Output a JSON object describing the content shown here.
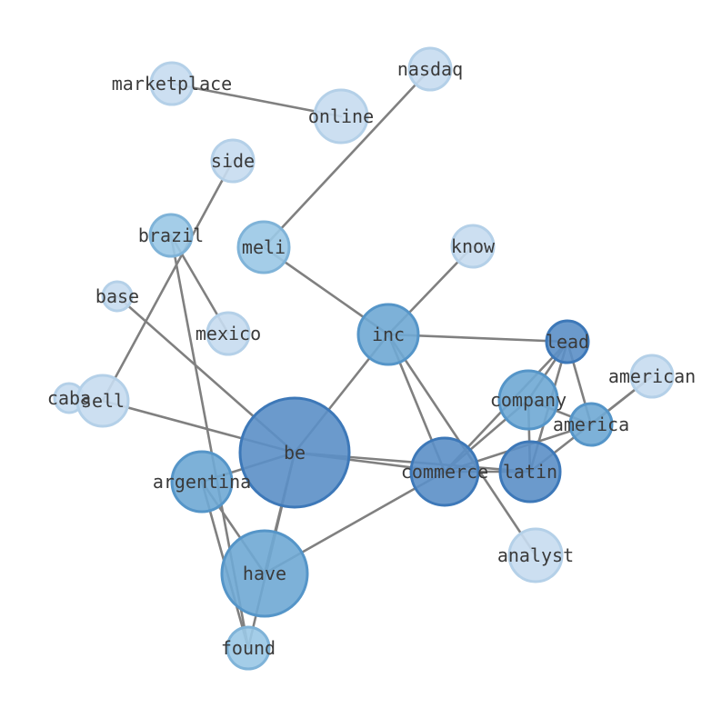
{
  "palette": {
    "light": "#c6dcef",
    "light_stroke": "#b4d0e8",
    "mid": "#9ac8e6",
    "mid_stroke": "#7fb3d8",
    "medium": "#6fa8d4",
    "medium_stroke": "#5595c8",
    "dark": "#5b8fc7",
    "dark_stroke": "#3d78b8"
  },
  "nodes": [
    {
      "id": "marketplace",
      "label": "marketplace",
      "tone": "light"
    },
    {
      "id": "online",
      "label": "online",
      "tone": "light"
    },
    {
      "id": "nasdaq",
      "label": "nasdaq",
      "tone": "light"
    },
    {
      "id": "side",
      "label": "side",
      "tone": "light"
    },
    {
      "id": "brazil",
      "label": "brazil",
      "tone": "mid"
    },
    {
      "id": "meli",
      "label": "meli",
      "tone": "mid"
    },
    {
      "id": "know",
      "label": "know",
      "tone": "light"
    },
    {
      "id": "base",
      "label": "base",
      "tone": "light"
    },
    {
      "id": "mexico",
      "label": "mexico",
      "tone": "light"
    },
    {
      "id": "inc",
      "label": "inc",
      "tone": "medium"
    },
    {
      "id": "lead",
      "label": "lead",
      "tone": "dark"
    },
    {
      "id": "american",
      "label": "american",
      "tone": "light"
    },
    {
      "id": "caba",
      "label": "caba",
      "tone": "light"
    },
    {
      "id": "sell",
      "label": "sell",
      "tone": "light"
    },
    {
      "id": "company",
      "label": "company",
      "tone": "medium"
    },
    {
      "id": "america",
      "label": "america",
      "tone": "medium"
    },
    {
      "id": "be",
      "label": "be",
      "tone": "dark"
    },
    {
      "id": "argentina",
      "label": "argentina",
      "tone": "medium"
    },
    {
      "id": "commerce",
      "label": "commerce",
      "tone": "dark"
    },
    {
      "id": "latin",
      "label": "latin",
      "tone": "dark"
    },
    {
      "id": "analyst",
      "label": "analyst",
      "tone": "light"
    },
    {
      "id": "have",
      "label": "have",
      "tone": "medium"
    },
    {
      "id": "found",
      "label": "found",
      "tone": "mid"
    }
  ],
  "edges": [
    [
      "marketplace",
      "online"
    ],
    [
      "nasdaq",
      "meli"
    ],
    [
      "side",
      "sell"
    ],
    [
      "brazil",
      "mexico"
    ],
    [
      "brazil",
      "found"
    ],
    [
      "meli",
      "inc"
    ],
    [
      "know",
      "inc"
    ],
    [
      "base",
      "be"
    ],
    [
      "inc",
      "be"
    ],
    [
      "inc",
      "lead"
    ],
    [
      "inc",
      "commerce"
    ],
    [
      "inc",
      "analyst"
    ],
    [
      "sell",
      "be"
    ],
    [
      "be",
      "argentina"
    ],
    [
      "be",
      "commerce"
    ],
    [
      "be",
      "latin"
    ],
    [
      "be",
      "have"
    ],
    [
      "be",
      "found"
    ],
    [
      "argentina",
      "have"
    ],
    [
      "argentina",
      "found"
    ],
    [
      "commerce",
      "have"
    ],
    [
      "commerce",
      "lead"
    ],
    [
      "commerce",
      "company"
    ],
    [
      "commerce",
      "america"
    ],
    [
      "commerce",
      "latin"
    ],
    [
      "lead",
      "company"
    ],
    [
      "lead",
      "latin"
    ],
    [
      "lead",
      "america"
    ],
    [
      "latin",
      "american"
    ],
    [
      "latin",
      "company"
    ],
    [
      "company",
      "america"
    ],
    [
      "america",
      "american"
    ]
  ]
}
